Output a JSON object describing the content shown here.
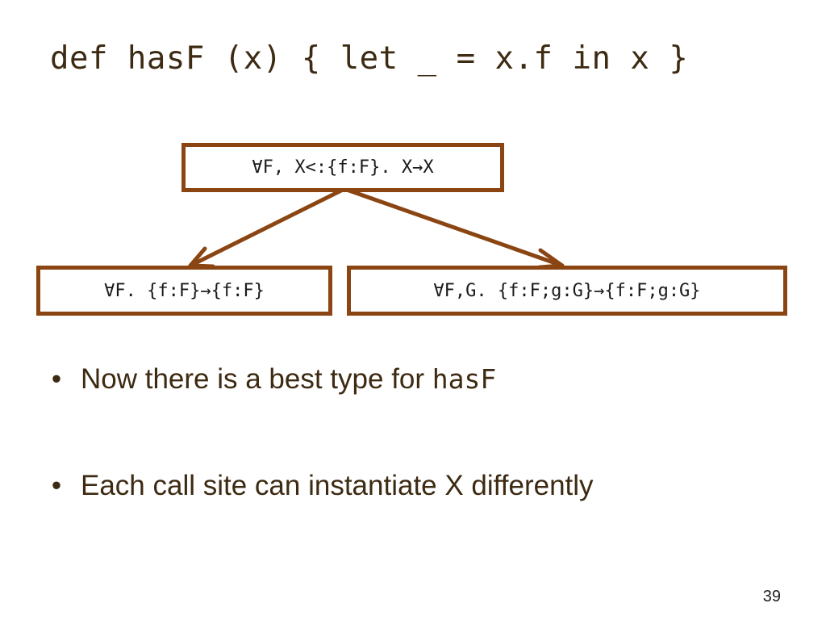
{
  "title": "def hasF (x) { let _ = x.f in x }",
  "diagram": {
    "top_box": "∀F, X<:{f:F}. X→X",
    "left_box": "∀F. {f:F}→{f:F}",
    "right_box": "∀F,G. {f:F;g:G}→{f:F;g:G}",
    "edge_color": "#8b4513"
  },
  "bullets": [
    {
      "text": "Now there is a best type for ",
      "code": "hasF"
    },
    {
      "text": "Each call site can instantiate X differently",
      "code": ""
    }
  ],
  "bullet_symbol": "•",
  "page_number": "39"
}
